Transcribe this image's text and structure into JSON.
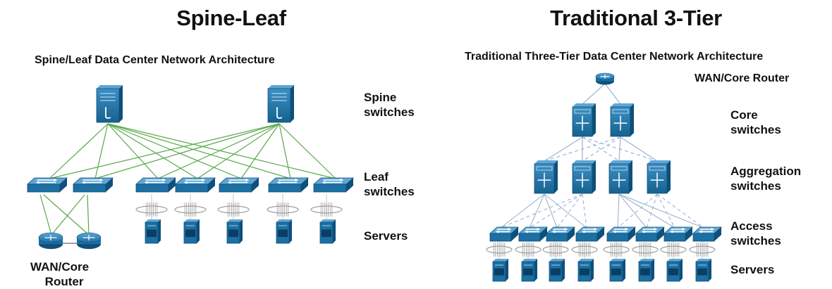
{
  "spine_leaf": {
    "title": "Spine-Leaf",
    "subtitle": "Spine/Leaf Data Center Network Architecture",
    "labels": {
      "spine_line1": "Spine",
      "spine_line2": "switches",
      "leaf_line1": "Leaf",
      "leaf_line2": "switches",
      "servers": "Servers",
      "router_line1": "WAN/Core",
      "router_line2": "Router"
    },
    "spine_count": 2,
    "leaf_count": 7,
    "server_count": 5,
    "router_count": 2
  },
  "three_tier": {
    "title": "Traditional 3-Tier",
    "subtitle": "Traditional Three-Tier Data Center Network Architecture",
    "labels": {
      "wan_router": "WAN/Core Router",
      "core_line1": "Core",
      "core_line2": "switches",
      "agg_line1": "Aggregation",
      "agg_line2": "switches",
      "access_line1": "Access",
      "access_line2": "switches",
      "servers": "Servers"
    },
    "core_count": 2,
    "aggregation_count": 4,
    "access_count": 8,
    "server_count": 8
  },
  "colors": {
    "device_blue": "#1b6fa3",
    "device_dark": "#0f4f7a",
    "device_light": "#5fa7d4",
    "spine_leaf_link": "#58a84a",
    "tier_link": "#9bb4d2",
    "text": "#111111"
  },
  "icons": [
    "switch-icon",
    "multilayer-switch-icon",
    "router-icon",
    "server-icon",
    "nic-team-icon"
  ]
}
